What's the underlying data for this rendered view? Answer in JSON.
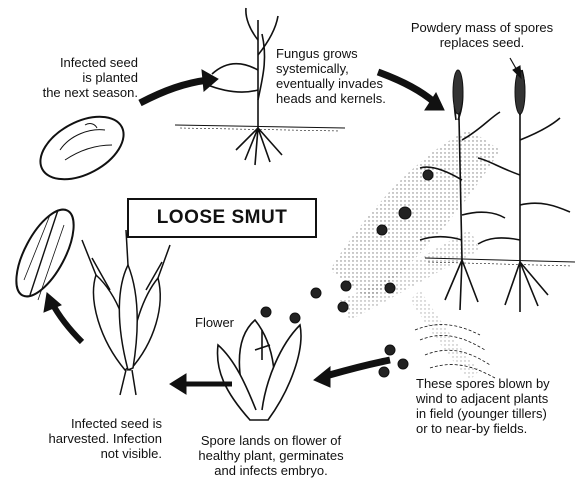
{
  "title": "LOOSE SMUT",
  "captions": {
    "infected_seed_planted": "Infected seed\nis planted\nthe next season.",
    "fungus_grows": "Fungus grows\nsystemically,\neventually invades\nheads and kernels.",
    "powdery_mass": "Powdery mass of spores\nreplaces seed.",
    "spores_blown": "These spores blown by\nwind to adjacent plants\nin field (younger tillers)\nor to near-by fields.",
    "spore_lands": "Spore lands  on flower of\nhealthy plant, germinates\nand infects embryo.",
    "flower": "Flower",
    "infected_seed_harvested": "Infected seed is\nharvested. Infection\nnot visible."
  },
  "colors": {
    "ink": "#111111",
    "background": "#ffffff"
  }
}
